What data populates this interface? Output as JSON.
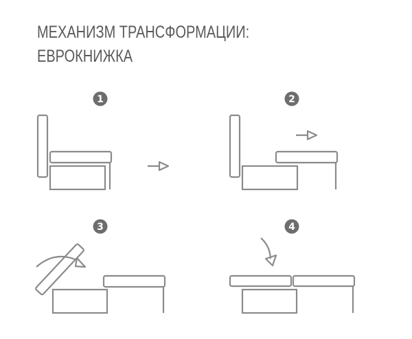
{
  "header": {
    "title_line1": "МЕХАНИЗМ ТРАНСФОРМАЦИИ:",
    "title_line2": "ЕВРОКНИЖКА"
  },
  "colors": {
    "title_text": "#5a5a5a",
    "outline_stroke": "#8a8a8a",
    "badge_fill": "#6d6d6d",
    "badge_text": "#ffffff",
    "background": "#ffffff"
  },
  "steps": [
    {
      "number": "1",
      "description": "sofa folded: backrest upright, seat over base"
    },
    {
      "number": "2",
      "description": "seat pulled forward"
    },
    {
      "number": "3",
      "description": "backrest tilted down"
    },
    {
      "number": "4",
      "description": "backrest laid flat next to seat forming a bed"
    }
  ],
  "icons": {
    "step_arrow": "arrow-right-icon",
    "rotate_arrow": "curved-arrow-icon"
  }
}
